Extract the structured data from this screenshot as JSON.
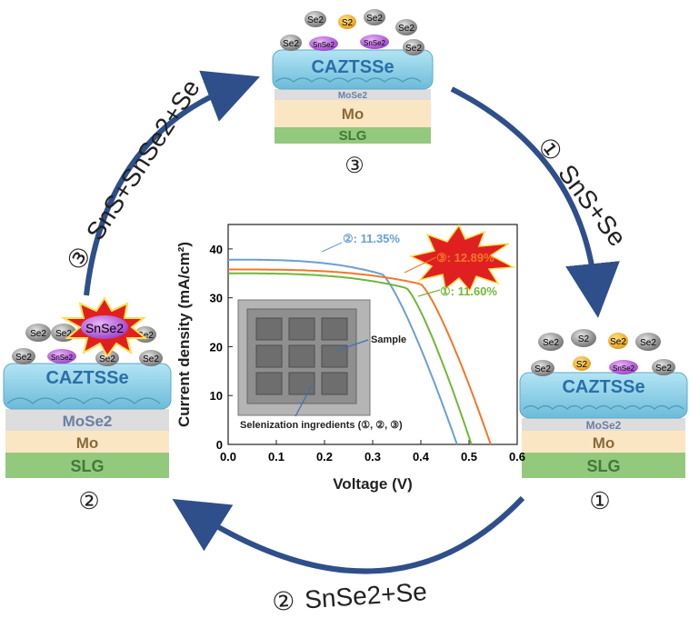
{
  "steps": {
    "top": {
      "number": "③",
      "gases": [
        "Se2",
        "S2",
        "Se2",
        "Se2",
        "Se2",
        "Se2"
      ],
      "particles": [
        "SnSe2",
        "SnSe2"
      ],
      "absorber": "CAZTSSe",
      "back": "MoSe2",
      "contact": "Mo",
      "substrate": "SLG"
    },
    "right": {
      "number": "①",
      "gases": [
        "Se2",
        "S2",
        "Se2",
        "Se2",
        "Se2",
        "S2",
        "Se2"
      ],
      "particles": [
        "SnSe2"
      ],
      "absorber": "CAZTSSe",
      "back": "MoSe2",
      "contact": "Mo",
      "substrate": "SLG"
    },
    "left": {
      "number": "②",
      "gases": [
        "Se2",
        "Se2",
        "Se2",
        "Se2",
        "Se2",
        "Se2"
      ],
      "particles": [
        "SnSe2"
      ],
      "burst": "SnSe2",
      "absorber": "CAZTSSe",
      "back": "MoSe2",
      "contact": "Mo",
      "substrate": "SLG"
    }
  },
  "arrows": {
    "top_right": {
      "num": "①",
      "text": "SnS+Se"
    },
    "bottom": {
      "num": "②",
      "text": "SnSe2+Se"
    },
    "top_left": {
      "num": "③",
      "text": "SnS+SnSe2+Se"
    }
  },
  "chart_data": {
    "type": "line",
    "xlabel": "Voltage (V)",
    "ylabel": "Current density (mA/cm²)",
    "xlim": [
      0,
      0.6
    ],
    "ylim": [
      0,
      45
    ],
    "xticks": [
      "0.0",
      "0.1",
      "0.2",
      "0.3",
      "0.4",
      "0.5",
      "0.6"
    ],
    "yticks": [
      "0",
      "10",
      "20",
      "30",
      "40"
    ],
    "series": [
      {
        "label": "②: 11.35%",
        "color": "#6a9fd4",
        "jsc": 37.8,
        "voc": 0.475,
        "knee": 0.32
      },
      {
        "label": "③: 12.89%",
        "color": "#f0782a",
        "jsc": 35.8,
        "voc": 0.545,
        "knee": 0.4
      },
      {
        "label": "①: 11.60%",
        "color": "#6fb83a",
        "jsc": 35.0,
        "voc": 0.505,
        "knee": 0.37
      }
    ],
    "inset": {
      "sample_label": "Sample",
      "ingredients_label": "Selenization ingredients (①, ②, ③)"
    }
  },
  "colors": {
    "arrow": "#2f4f8a",
    "absorber": "#8fd0e8",
    "absorber_text": "#2a6ea8",
    "mose2": "#dddddd",
    "mo": "#fbe6c4",
    "slg": "#93c97c",
    "gas": "#8c8c8c",
    "s2": "#f1b324",
    "snse2": "#b45fd6",
    "burst": "#e02020"
  }
}
